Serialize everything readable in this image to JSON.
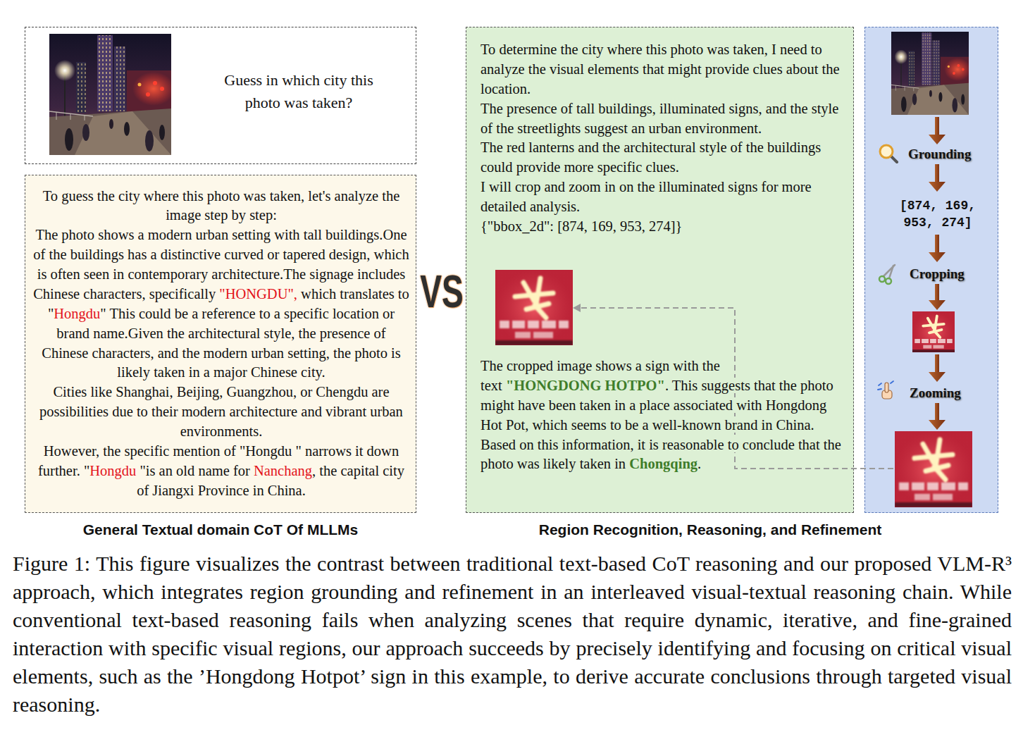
{
  "diagram": {
    "caption": "Figure 1: This figure visualizes the contrast between traditional text-based CoT reasoning and our proposed VLM-R³ approach, which integrates region grounding and refinement in an interleaved visual-textual reasoning chain. While conventional text-based reasoning fails when analyzing scenes that require dynamic, iterative, and fine-grained interaction with specific visual regions, our approach succeeds by precisely identifying and focusing on critical visual elements, such as the ’Hongdong Hotpot’ sign in this example, to derive accurate conclusions through targeted visual reasoning.",
    "nodes": [
      {
        "text": [
          "Guess in which city this photo was taken?"
        ]
      },
      {
        "text": [
          "To guess the city where this photo was taken, let's analyze the image step by step:",
          "The photo shows a modern urban setting with tall buildings.One of the buildings has a distinctive curved or tapered design, which is often seen in contemporary architecture.The signage includes Chinese characters, specifically",
          "\"HONGDU\",",
          "which translates to \"",
          "Hongdu",
          "\" This could be a reference to a specific location or brand name.Given the architectural style, the presence of Chinese characters, and the modern urban setting, the photo is likely taken in a major Chinese city.",
          "Cities like Shanghai, Beijing, Guangzhou, or Chengdu are possibilities due to their modern architecture and vibrant urban environments.",
          "However, the specific mention of \"Hongdu \" narrows it down further. \"",
          "Hongdu",
          "\"is an old name for",
          "Nanchang",
          ", the capital city of Jiangxi Province in China."
        ]
      },
      {
        "text": [
          "To determine the city where this photo was taken, I need to analyze the visual elements that might provide clues about the location.",
          "The presence of tall buildings, illuminated signs, and the style of the streetlights suggest an urban environment.",
          "The red lanterns and the architectural style of the buildings could provide more specific clues.",
          "I will crop and zoom in on the illuminated signs for more detailed analysis.",
          "{\"bbox_2d\": [874, 169, 953, 274]}",
          "The cropped image shows a sign with the text",
          "\"HONGDONG HOTPO\"",
          ". This suggests that the photo might have been taken in a place associated with Hongdong Hot Pot, which seems to be a well-known brand in China.",
          "Based on this information, it is reasonable to conclude that the photo was likely taken in",
          "Chongqing",
          "."
        ]
      },
      {
        "text": [
          "Grounding",
          "[874, 169, 953, 274]",
          "Cropping",
          "Zooming"
        ]
      }
    ],
    "labels": [
      "VS",
      "General Textual domain CoT Of MLLMs",
      "Region Recognition, Reasoning, and Refinement"
    ]
  }
}
